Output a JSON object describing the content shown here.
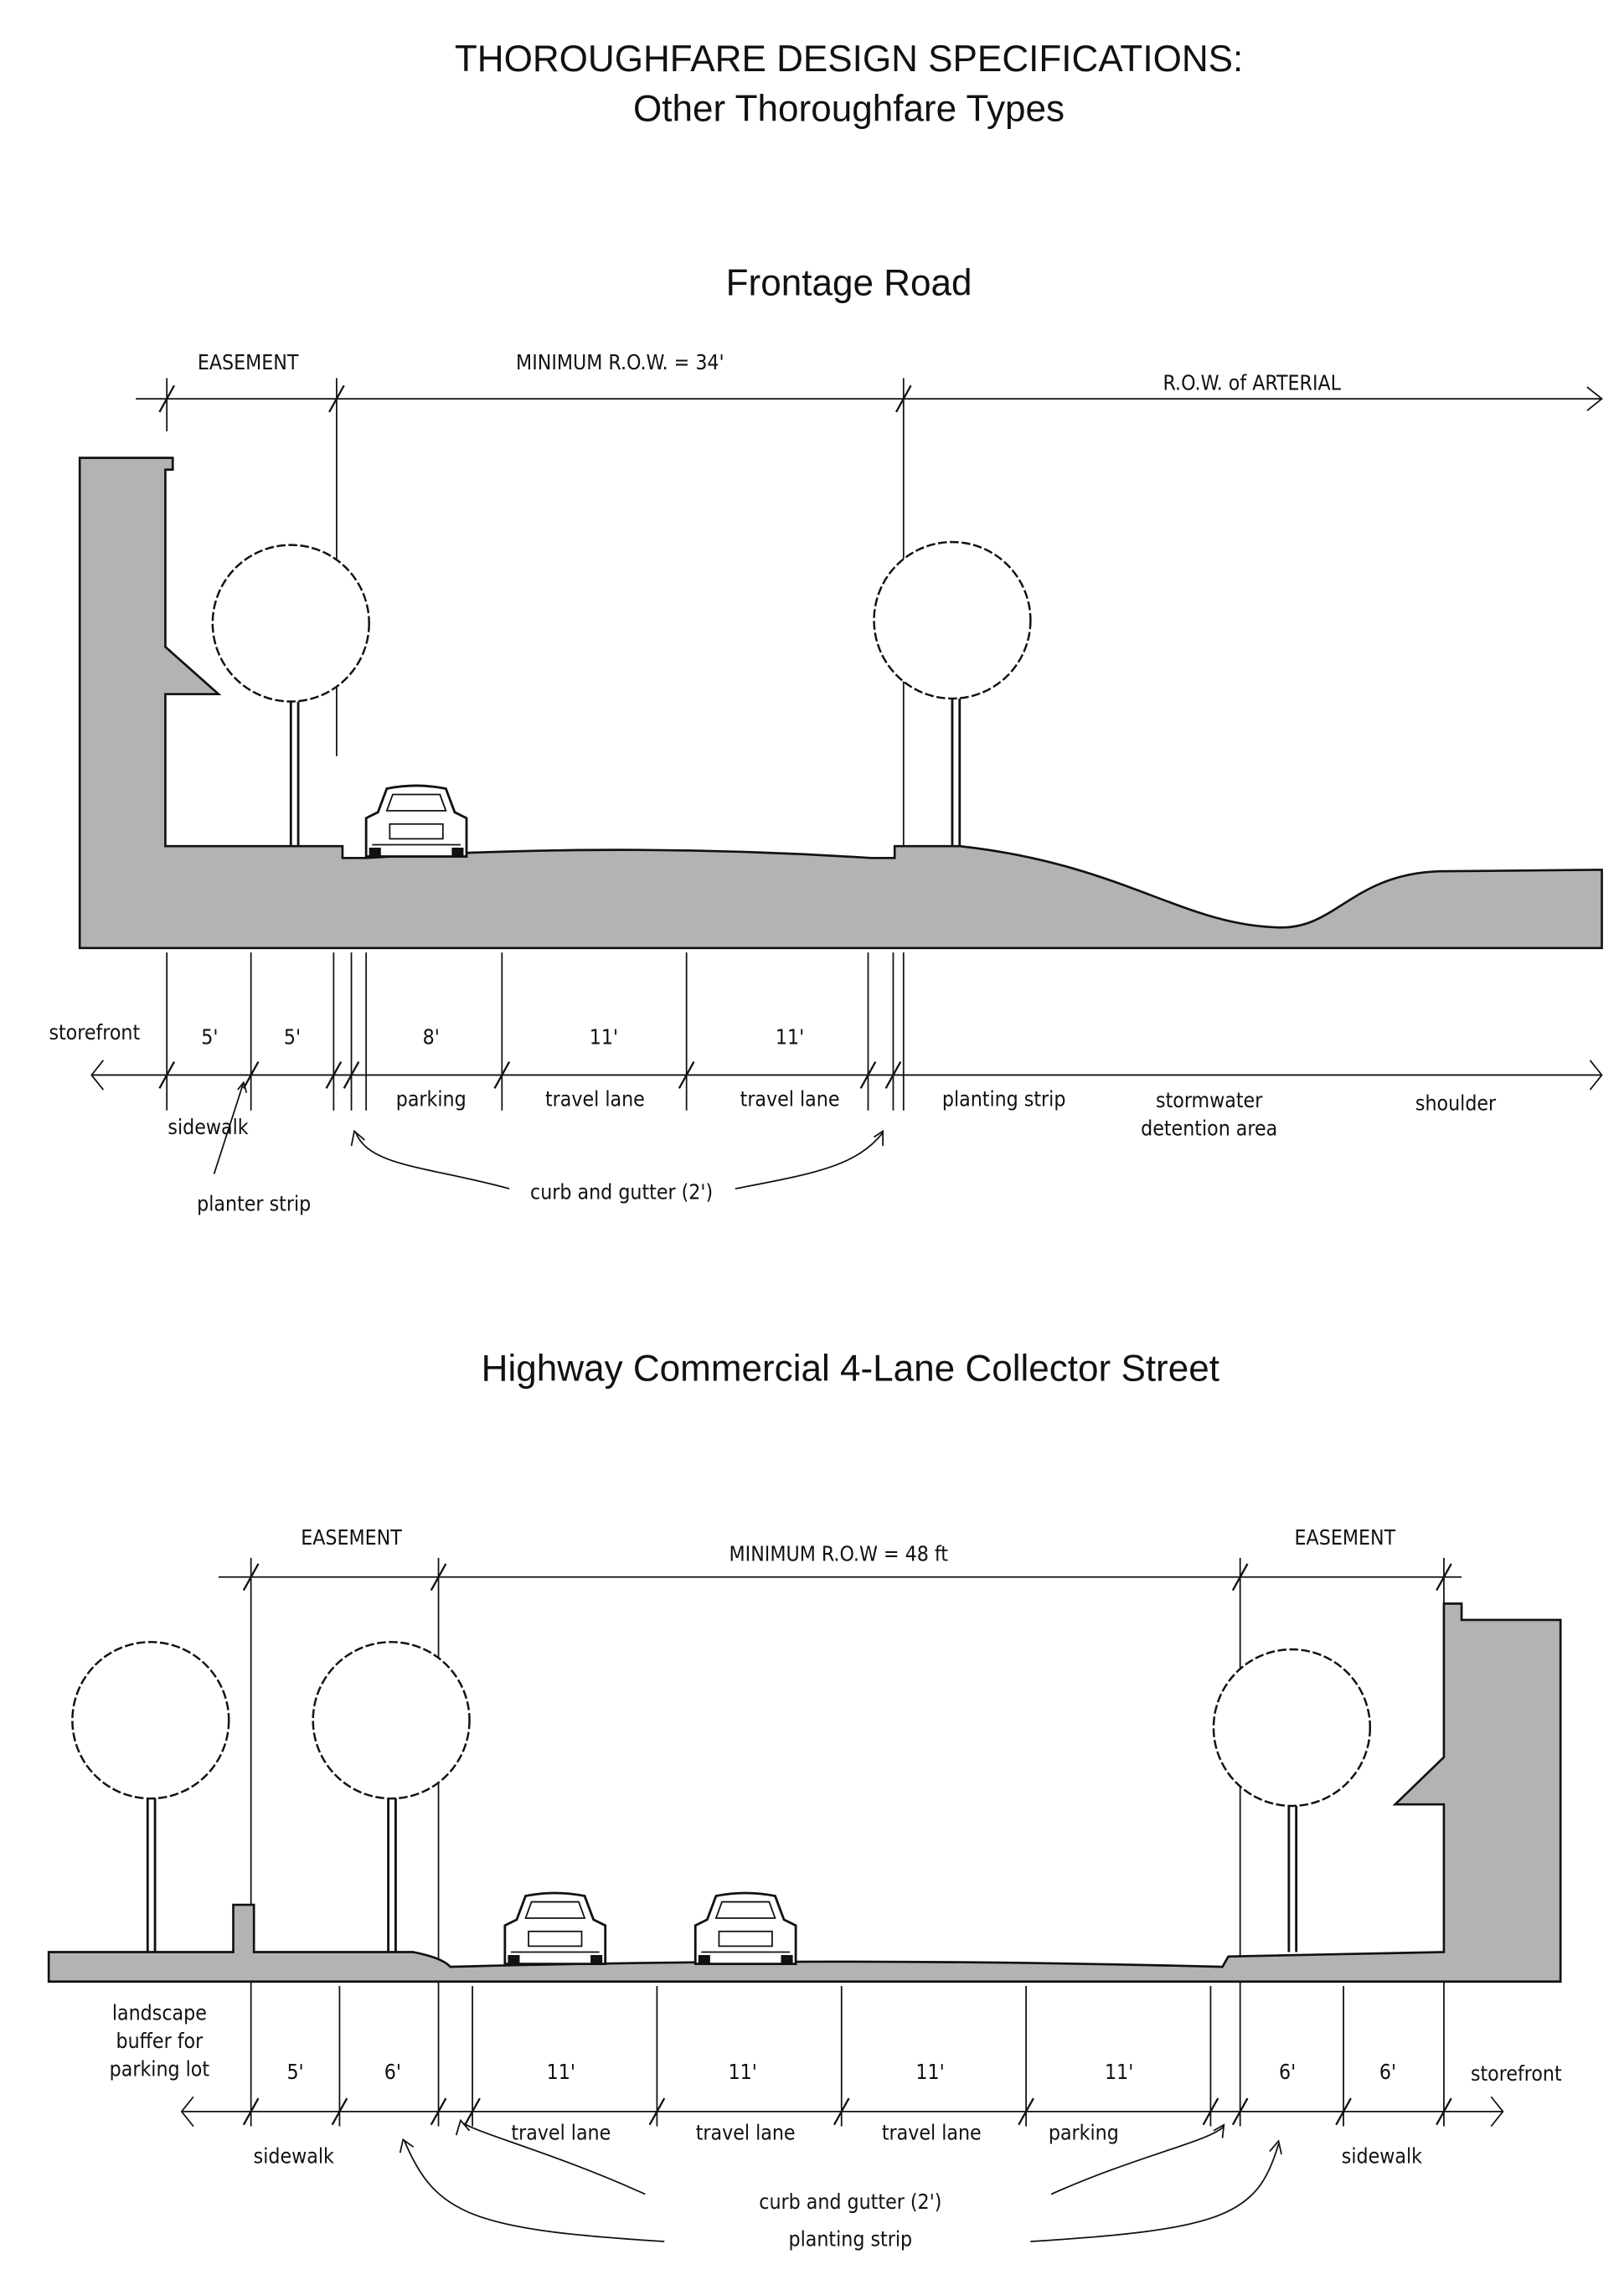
{
  "title": "THOROUGHFARE DESIGN SPECIFICATIONS:",
  "subtitle": "Other Thoroughfare Types",
  "frontage": {
    "title": "Frontage Road",
    "easement": "EASEMENT",
    "row": "MINIMUM R.O.W. = 34'",
    "arterial": "R.O.W. of ARTERIAL",
    "dims": [
      "5'",
      "5'",
      "8'",
      "11'",
      "11'"
    ],
    "storefront": "storefront",
    "sidewalk": "sidewalk",
    "planter_strip": "planter strip",
    "parking": "parking",
    "travel_lane_1": "travel lane",
    "travel_lane_2": "travel lane",
    "planting_strip": "planting strip",
    "stormwater_1": "stormwater",
    "stormwater_2": "detention area",
    "shoulder": "shoulder",
    "curb": "curb and gutter (2')"
  },
  "highway": {
    "title": "Highway Commercial 4-Lane Collector Street",
    "easement_left": "EASEMENT",
    "row": "MINIMUM R.O.W = 48 ft",
    "easement_right": "EASEMENT",
    "buffer": [
      "landscape",
      "buffer for",
      "parking lot"
    ],
    "dims": [
      "5'",
      "6'",
      "11'",
      "11'",
      "11'",
      "11'",
      "6'",
      "6'"
    ],
    "storefront": "storefront",
    "lanes": [
      "travel lane",
      "travel lane",
      "travel lane",
      "parking"
    ],
    "sidewalk_left": "sidewalk",
    "sidewalk_right": "sidewalk",
    "curb": "curb and gutter (2')",
    "planting_strip": "planting strip"
  }
}
